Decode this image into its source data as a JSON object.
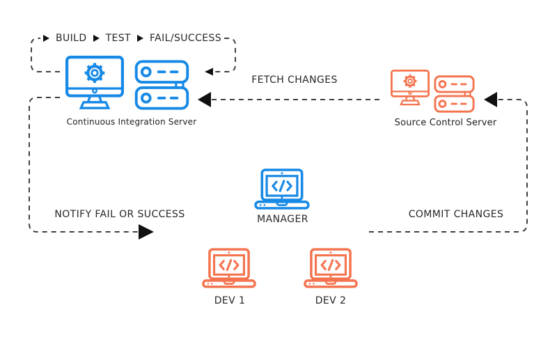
{
  "colors": {
    "blue": "#1789E6",
    "orange": "#F4744F",
    "line": "#3F3F3F",
    "arrow": "#101010",
    "text": "#262626"
  },
  "loop": {
    "steps": [
      "BUILD",
      "TEST",
      "FAIL/SUCCESS"
    ]
  },
  "nodes": {
    "ci": {
      "label": "Continuous Integration Server"
    },
    "scs": {
      "label": "Source Control Server"
    },
    "manager": {
      "label": "MANAGER"
    },
    "dev1": {
      "label": "DEV 1"
    },
    "dev2": {
      "label": "DEV 2"
    }
  },
  "edges": {
    "fetch": {
      "label": "FETCH CHANGES"
    },
    "notify": {
      "label": "NOTIFY FAIL OR SUCCESS"
    },
    "commit": {
      "label": "COMMIT CHANGES"
    }
  }
}
